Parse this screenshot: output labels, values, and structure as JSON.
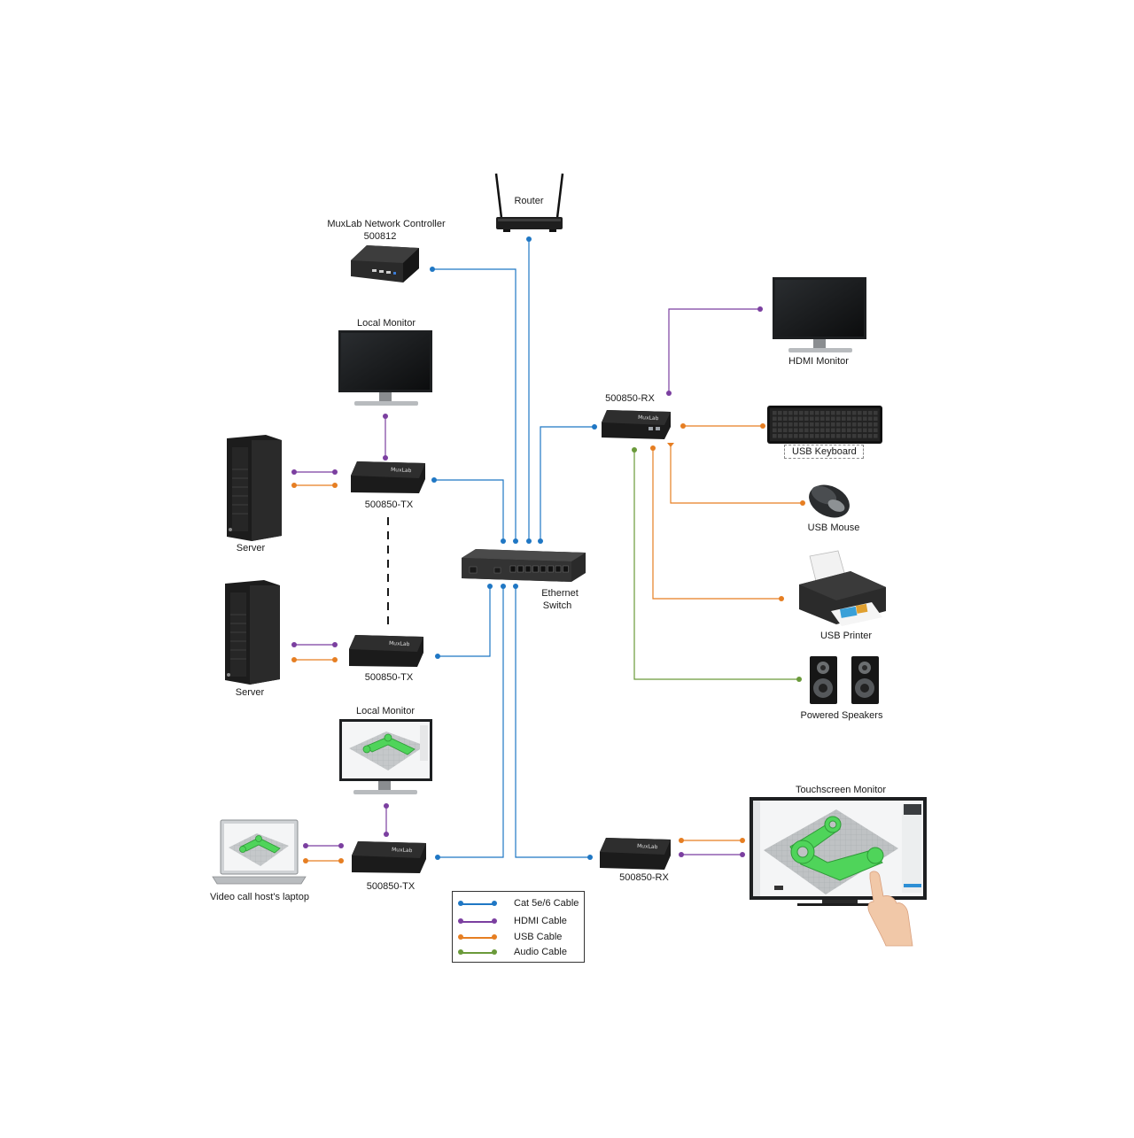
{
  "labels": {
    "router": "Router",
    "controller_name": "MuxLab Network Controller",
    "controller_model": "500812",
    "local_monitor_top": "Local Monitor",
    "hdmi_monitor": "HDMI Monitor",
    "rx_top": "500850-RX",
    "usb_keyboard": "USB Keyboard",
    "usb_mouse": "USB Mouse",
    "usb_printer": "USB Printer",
    "powered_speakers": "Powered Speakers",
    "server_1": "Server",
    "server_2": "Server",
    "tx_1": "500850-TX",
    "tx_2": "500850-TX",
    "tx_3": "500850-TX",
    "switch_line1": "Ethernet",
    "switch_line2": "Switch",
    "local_monitor_bottom": "Local Monitor",
    "laptop": "Video call host's laptop",
    "rx_bottom": "500850-RX",
    "touchscreen": "Touchscreen Monitor",
    "brand_text": "MuxLab"
  },
  "legend": [
    {
      "label": "Cat 5e/6 Cable",
      "color": "#1f77c4"
    },
    {
      "label": "HDMI Cable",
      "color": "#7b3fa0"
    },
    {
      "label": "USB Cable",
      "color": "#e67e22"
    },
    {
      "label": "Audio Cable",
      "color": "#6a9a3a"
    }
  ],
  "colors": {
    "cat": "#1f77c4",
    "hdmi": "#7b3fa0",
    "usb": "#e67e22",
    "audio": "#6a9a3a",
    "device": "#1e1e1e",
    "cad_green": "#4fd45a",
    "cad_grey": "#bfc2c4"
  }
}
